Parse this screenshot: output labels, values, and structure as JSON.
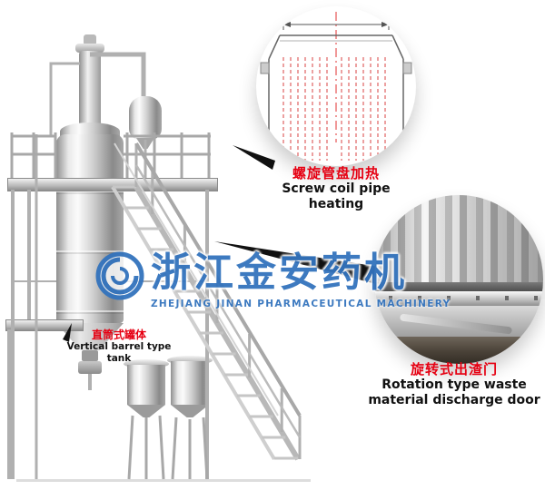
{
  "colors": {
    "accent_red": "#e60012",
    "brand_blue": "#3373bd",
    "steel_gray": "#c9c9c9"
  },
  "watermark": {
    "brand_cn": "浙江金安药机",
    "brand_en": "ZHEJIANG JINAN PHARMACEUTICAL MACHINERY"
  },
  "callouts": {
    "heating": {
      "label_cn": "螺旋管盘加热",
      "label_en": "Screw coil pipe heating"
    },
    "discharge": {
      "label_cn": "旋转式出渣门",
      "label_en": "Rotation type waste material discharge door"
    }
  },
  "part_labels": {
    "tank": {
      "label_cn": "直筒式罐体",
      "label_en": "Vertical barrel type tank"
    }
  }
}
